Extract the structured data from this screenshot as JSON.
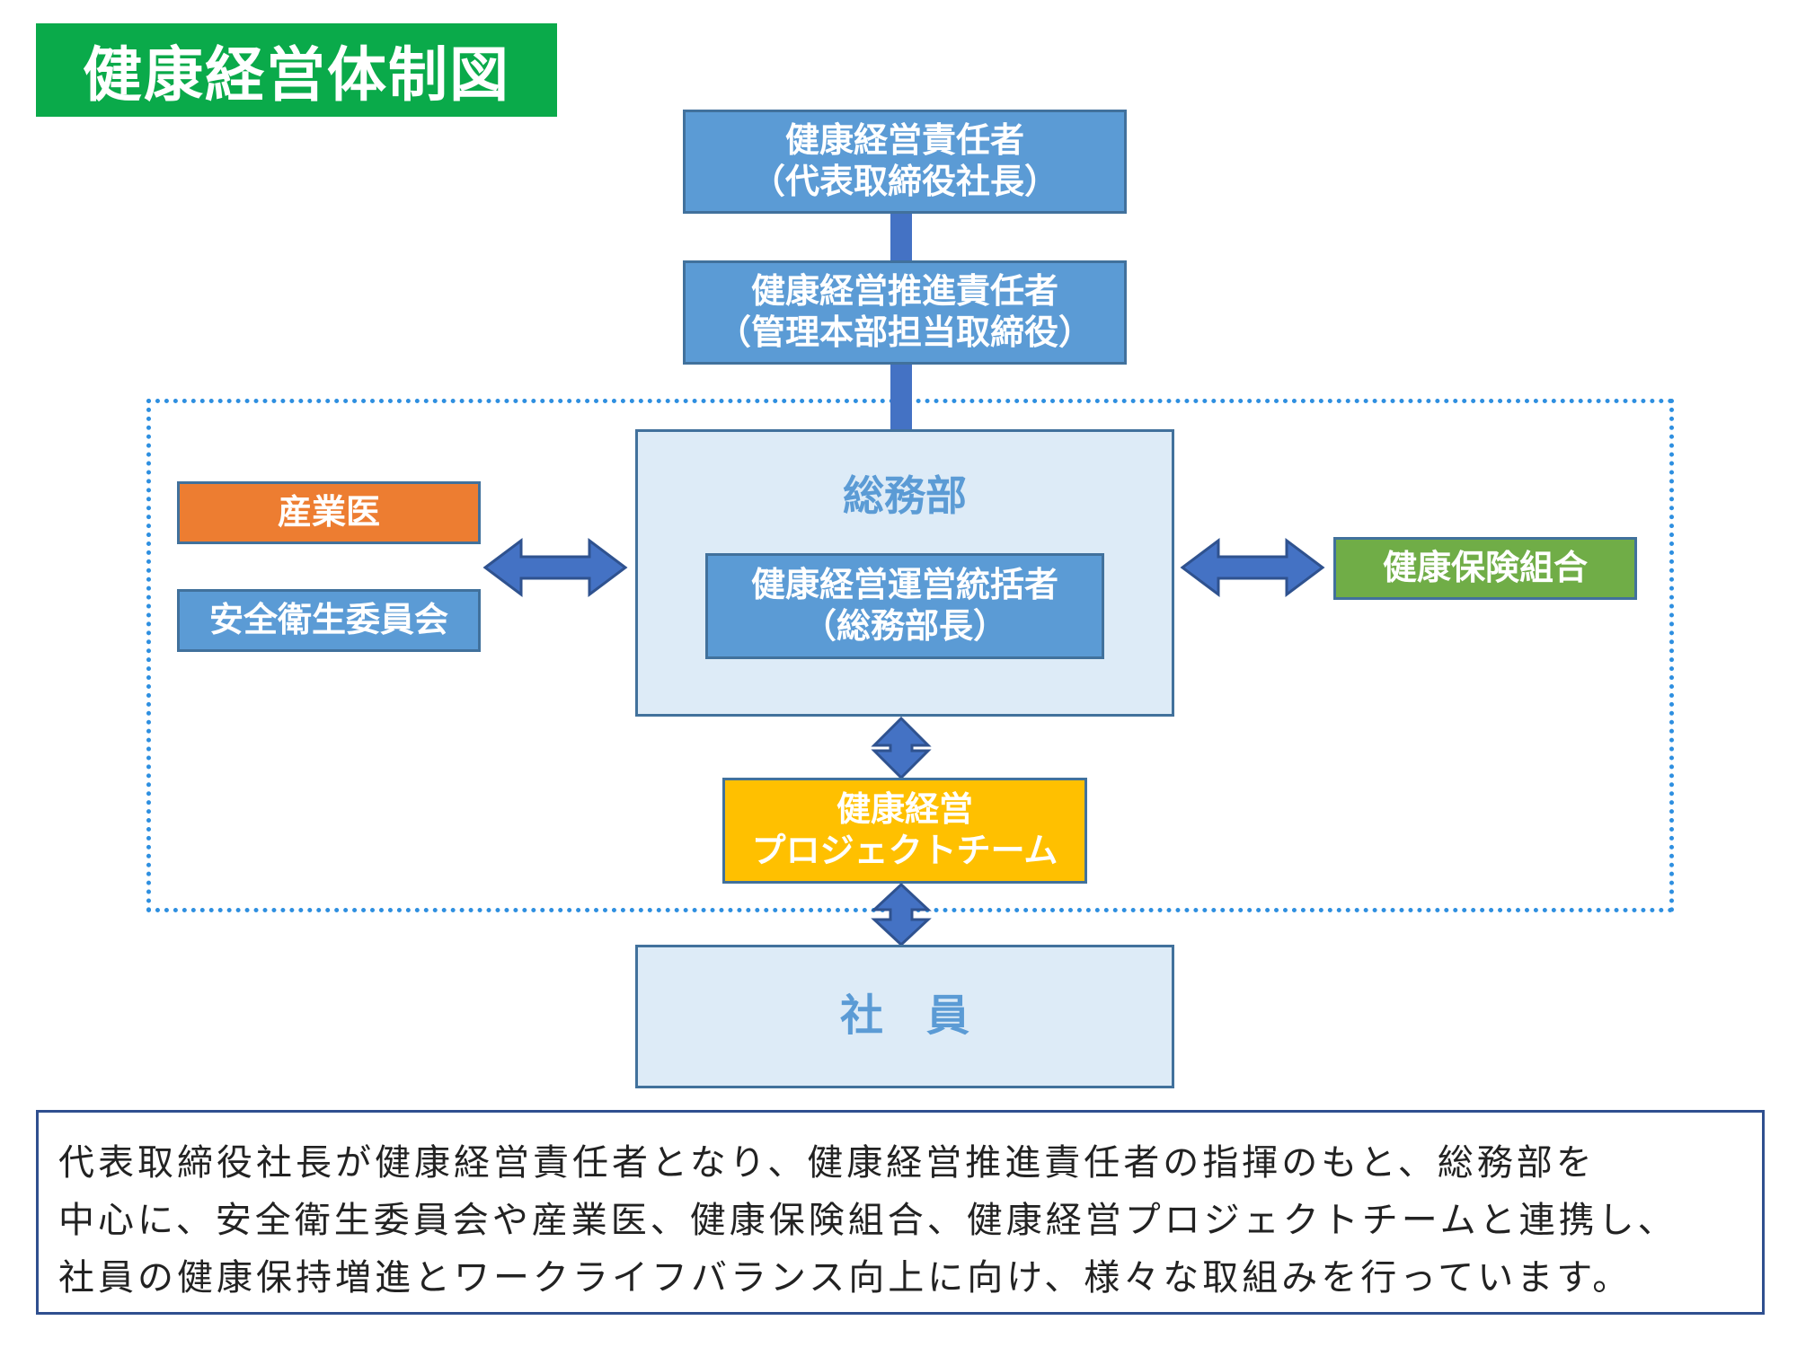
{
  "title": "健康経営体制図",
  "nodes": {
    "chief": [
      "健康経営責任者",
      "（代表取締役社長）"
    ],
    "promotion": [
      "健康経営推進責任者",
      "（管理本部担当取締役）"
    ],
    "general_affairs": "総務部",
    "operation": [
      "健康経営運営統括者",
      "（総務部長）"
    ],
    "occupational_physician": "産業医",
    "safety_committee": "安全衛生委員会",
    "health_insurance": "健康保険組合",
    "project_team": [
      "健康経営",
      "プロジェクトチーム"
    ],
    "employees": "社　員"
  },
  "description": [
    "代表取締役社長が健康経営責任者となり、健康経営推進責任者の指揮のもと、総務部を",
    "中心に、安全衛生委員会や産業医、健康保険組合、健康経営プロジェクトチームと連携し、",
    "社員の健康保持増進とワークライフバランス向上に向け、様々な取組みを行っています。"
  ],
  "colors": {
    "title_bg": "#0aaa4a",
    "box_blue": "#5b9bd5",
    "box_pale": "#ddebf7",
    "border": "#41719c",
    "orange": "#ed7d31",
    "green": "#70ad47",
    "yellow": "#ffc000",
    "arrow": "#4472c4",
    "dotted_frame": "#2e8fe0"
  }
}
